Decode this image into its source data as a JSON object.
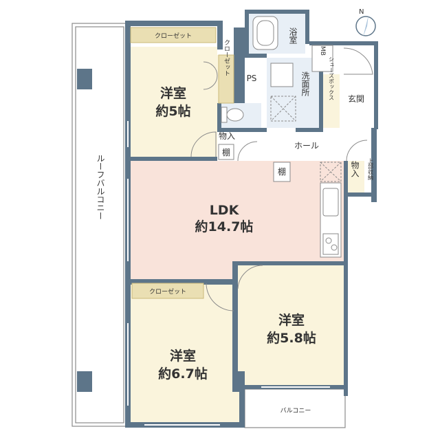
{
  "colors": {
    "wall": "#5d7589",
    "bedroom": "#faf4dc",
    "ldk": "#f9e3da",
    "wet": "#e8eff6",
    "closet_label": "#eadfb3",
    "closet_border": "#c9b97a",
    "outline": "#8a8a8a"
  },
  "rooms": {
    "bed1": {
      "name": "洋室",
      "size": "約5帖"
    },
    "bed2": {
      "name": "洋室",
      "size": "約6.7帖"
    },
    "bed3": {
      "name": "洋室",
      "size": "約5.8帖"
    },
    "ldk": {
      "name": "LDK",
      "size": "約14.7帖"
    },
    "bath": "浴室",
    "washroom": "洗面所",
    "entrance": "玄関",
    "hall": "ホール",
    "ps": "PS",
    "mb": "MB",
    "shoebox": "シューズボックス",
    "storage1": "物入",
    "storage2": "物入",
    "shelf1": "棚",
    "shelf2": "棚",
    "upper_storage": "上部収納",
    "closet_top": "クローゼット",
    "closet_side": "クローゼット",
    "closet_bottom": "クローゼット",
    "roof_balcony": "ルーフバルコニー",
    "balcony": "バルコニー"
  },
  "compass": {
    "label": "N",
    "icon": "compass-icon"
  }
}
